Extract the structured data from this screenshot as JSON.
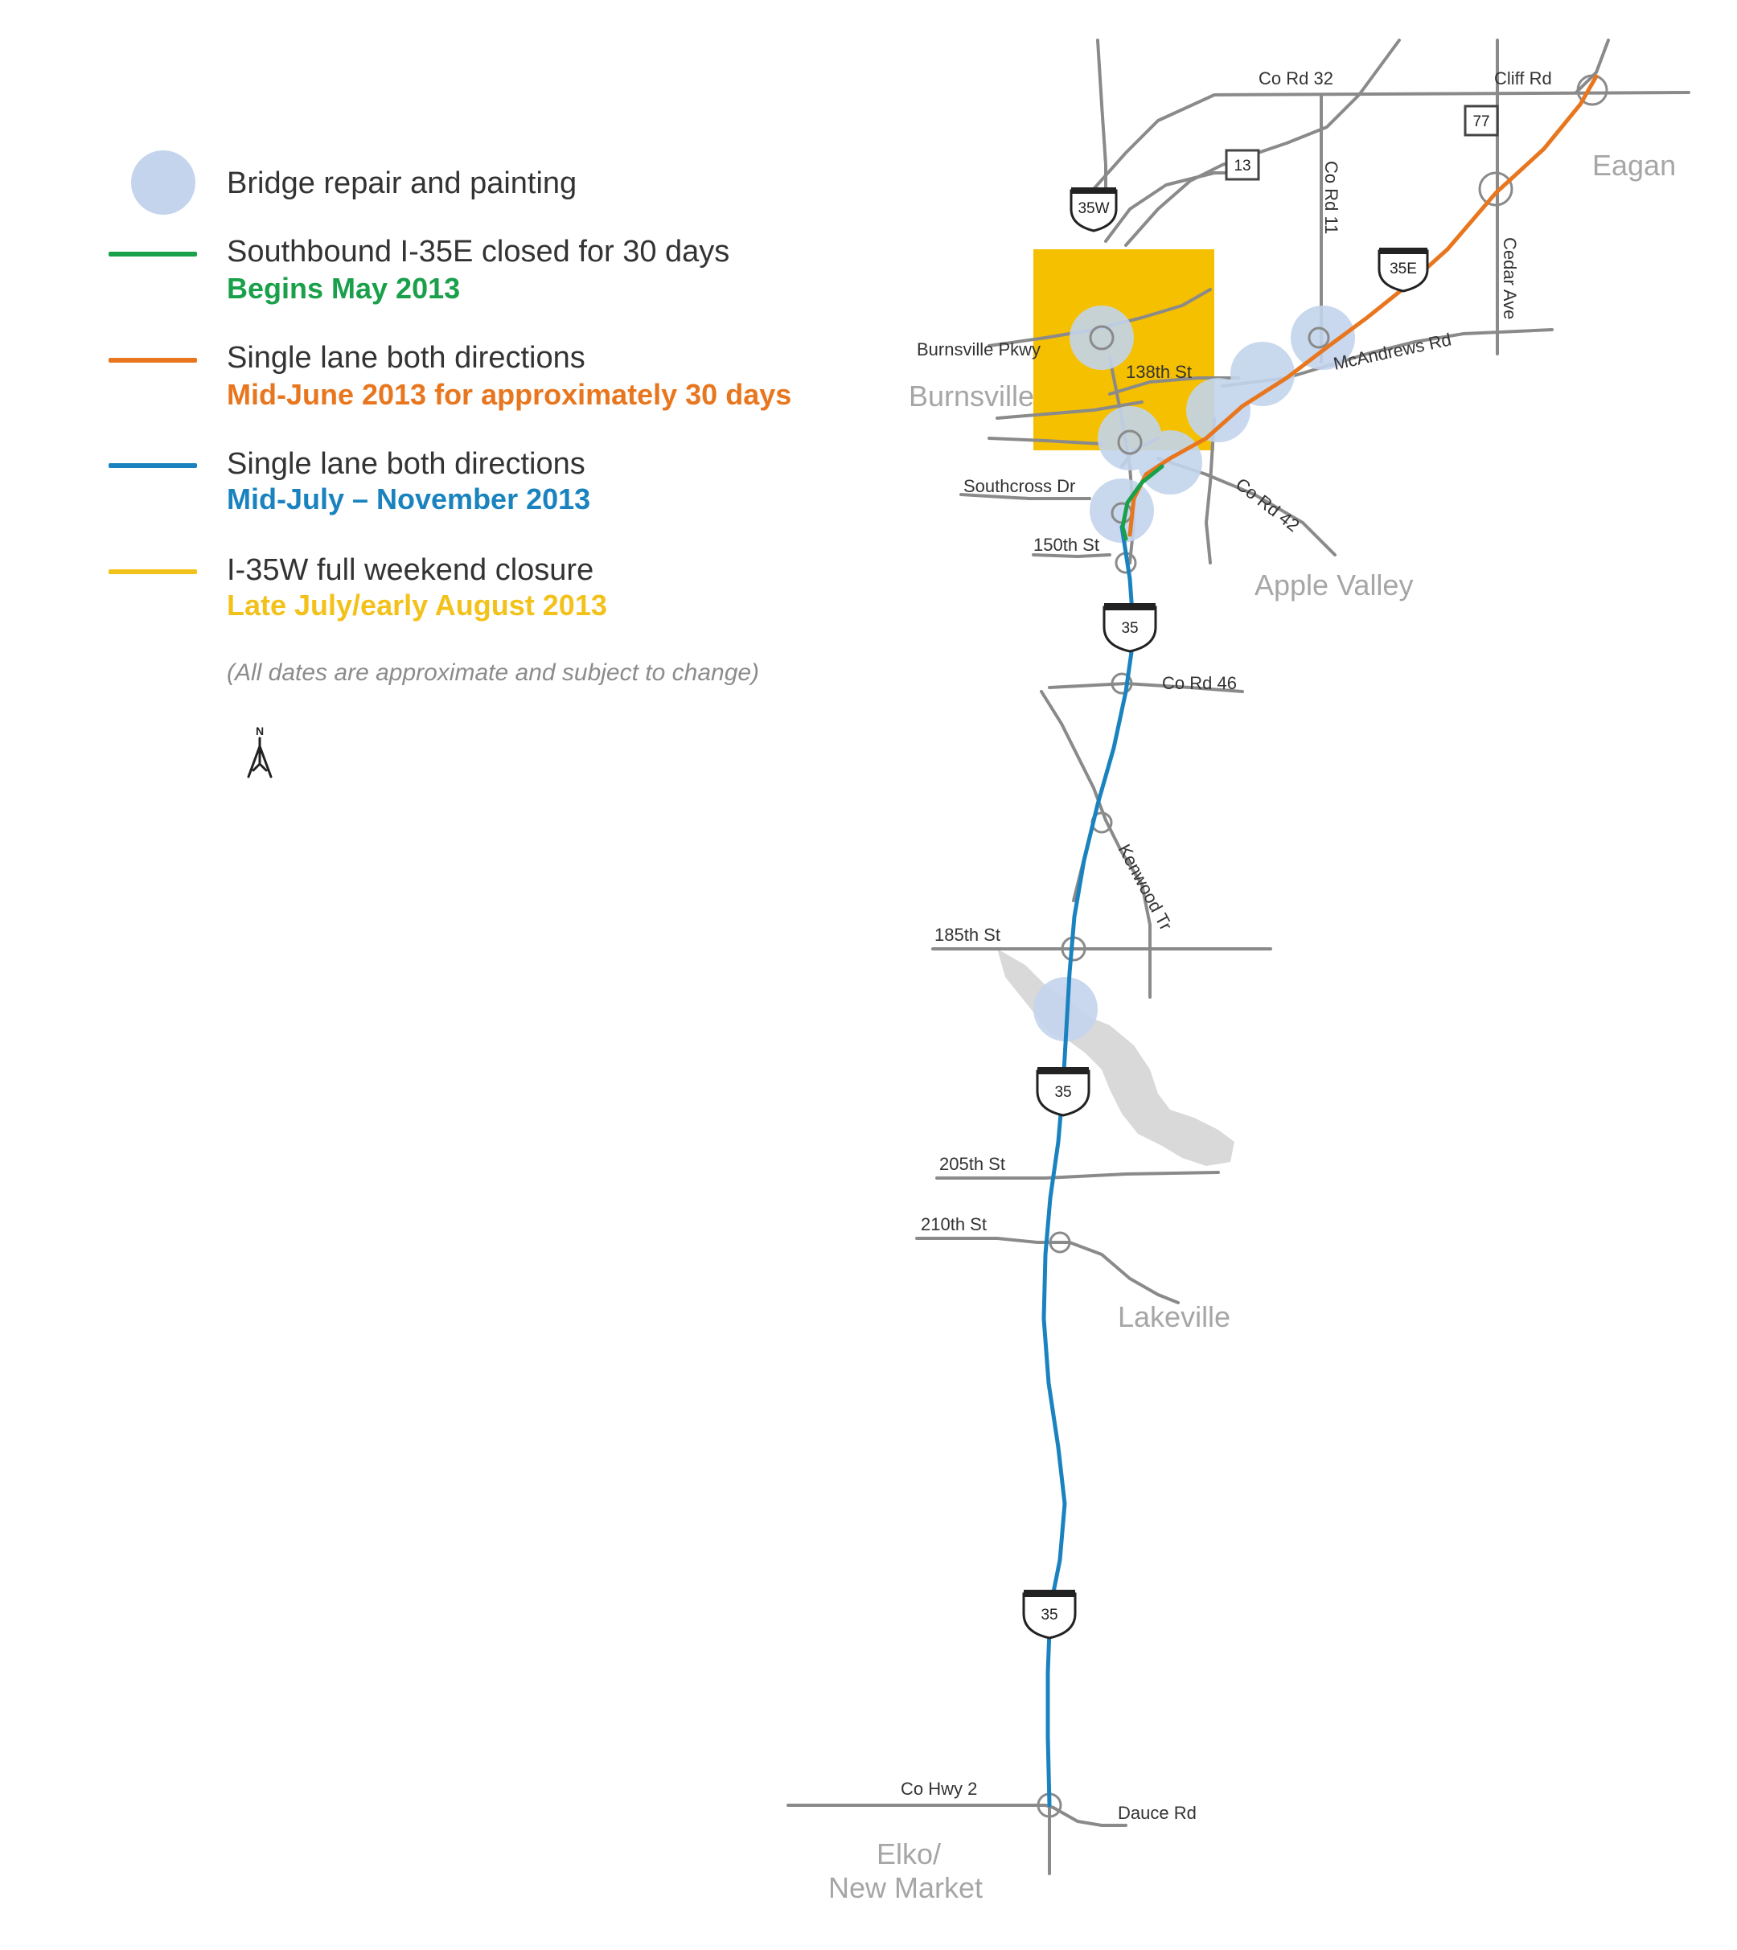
{
  "legend": {
    "items": [
      {
        "label": "Bridge repair and painting",
        "sublabel": "",
        "symbol": "circle",
        "color": "#c3d4ec"
      },
      {
        "label": "Southbound I-35E closed for 30 days",
        "sublabel": "Begins May 2013",
        "symbol": "line",
        "color": "#1aa04a"
      },
      {
        "label": "Single lane both directions",
        "sublabel": "Mid-June 2013 for approximately 30 days",
        "symbol": "line",
        "color": "#e8761e"
      },
      {
        "label": "Single lane both directions",
        "sublabel": "Mid-July – November 2013",
        "symbol": "line",
        "color": "#1a83bf"
      },
      {
        "label": "I-35W full weekend closure",
        "sublabel": "Late July/early August 2013",
        "symbol": "line",
        "color": "#f2c21b"
      }
    ],
    "note": "(All dates are approximate and subject to change)"
  },
  "north_arrow": {
    "label": "N",
    "icon": "north-arrow-icon"
  },
  "cities": [
    "Eagan",
    "Burnsville",
    "Apple Valley",
    "Lakeville",
    "Elko/",
    "New Market"
  ],
  "roads": [
    "Co Rd 32",
    "Cliff Rd",
    "13",
    "77",
    "Co Rd 11",
    "35W",
    "35E",
    "Cedar Ave",
    "Burnsville Pkwy",
    "138th St",
    "McAndrews Rd",
    "Southcross Dr",
    "Co Rd 42",
    "150th St",
    "35",
    "Co Rd 46",
    "Kenwood Tr",
    "185th St",
    "35",
    "205th St",
    "210th St",
    "35",
    "Co Hwy 2",
    "Dauce Rd"
  ],
  "colors": {
    "road": "#8a8a8a",
    "water": "#d9d9d9",
    "closure_area": "#f5c000",
    "green": "#1aa04a",
    "orange": "#e8761e",
    "blue": "#1a83bf",
    "bridge": "#c3d4ec",
    "city_text": "#a6a6a6"
  }
}
